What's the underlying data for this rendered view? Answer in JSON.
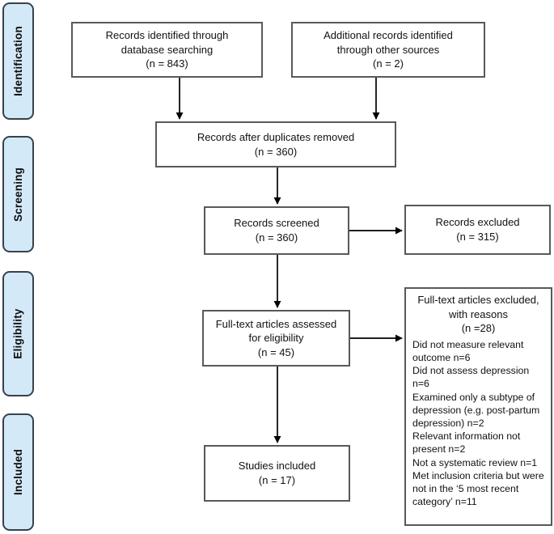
{
  "sidebar": {
    "stages": [
      {
        "label": "Identification"
      },
      {
        "label": "Screening"
      },
      {
        "label": "Eligibility"
      },
      {
        "label": "Included"
      }
    ]
  },
  "boxes": {
    "records_identified": {
      "text": "Records identified through\ndatabase searching\n(n = 843)",
      "n": 843
    },
    "additional_records": {
      "text": "Additional records identified\nthrough other sources\n(n = 2)",
      "n": 2
    },
    "duplicates_removed": {
      "text": "Records after duplicates removed\n(n = 360)",
      "n": 360
    },
    "records_screened": {
      "text": "Records screened\n(n = 360)",
      "n": 360
    },
    "records_excluded": {
      "text": "Records excluded\n(n = 315)",
      "n": 315
    },
    "fulltext_assessed": {
      "text": "Full-text articles assessed\nfor eligibility\n(n = 45)",
      "n": 45
    },
    "fulltext_excluded": {
      "heading": "Full-text articles excluded,\nwith reasons\n(n =28)",
      "n": 28,
      "reasons": [
        "Did not measure relevant outcome n=6",
        "Did not assess depression n=6",
        "Examined only a subtype of depression (e.g. post-partum depression) n=2",
        "Relevant information not present n=2",
        "Not a systematic review n=1",
        "Met inclusion criteria but were not in the ‘5 most recent category’ n=11"
      ]
    },
    "studies_included": {
      "text": "Studies included\n(n = 17)",
      "n": 17
    }
  },
  "colors": {
    "stage_fill": "#d3e9f8",
    "stage_border": "#36424d",
    "node_border": "#595959",
    "arrow": "#000000",
    "text": "#111111",
    "background": "#ffffff"
  }
}
